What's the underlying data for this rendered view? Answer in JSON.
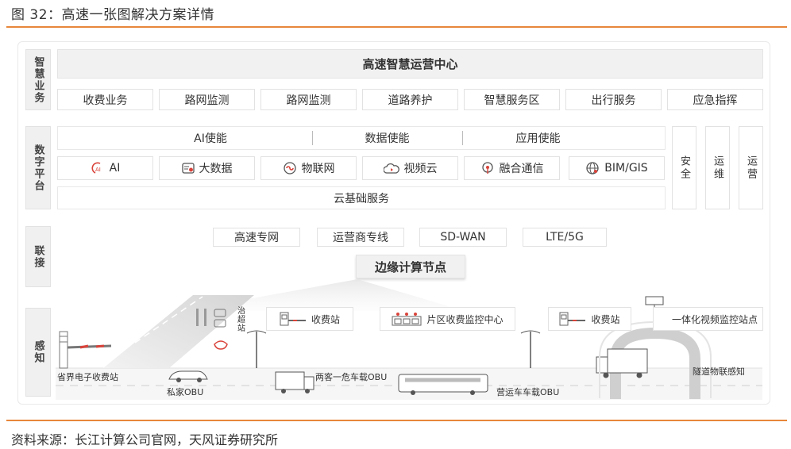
{
  "header": {
    "title": "图 32：高速一张图解决方案详情"
  },
  "footer": {
    "source": "资料来源：长江计算公司官网，天风证券研究所"
  },
  "sections": {
    "business": "智慧业务",
    "digital": "数字平台",
    "connect": "联接",
    "perception": "感知"
  },
  "business": {
    "center": "高速智慧运营中心",
    "items": [
      "收费业务",
      "路网监测",
      "路网监测",
      "道路养护",
      "智慧服务区",
      "出行服务",
      "应急指挥"
    ]
  },
  "digital": {
    "enablers": [
      "AI使能",
      "数据使能",
      "应用使能"
    ],
    "modules": [
      "AI",
      "大数据",
      "物联网",
      "视频云",
      "融合通信",
      "BIM/GIS"
    ],
    "base": "云基础服务",
    "side": [
      "安全",
      "运维",
      "运营"
    ]
  },
  "connect": {
    "links": [
      "高速专网",
      "运营商专线",
      "SD-WAN",
      "LTE/5G"
    ],
    "edge": "边缘计算节点"
  },
  "perception": {
    "overload": "治超站",
    "toll_station_1": "收费站",
    "region_center": "片区收费监控中心",
    "toll_station_2": "收费站",
    "video_station": "一体化视频监控站点",
    "provincial_toll": "省界电子收费站",
    "private_obu": "私家OBU",
    "hazmat_obu": "两客一危车载OBU",
    "bus_obu": "营运车车载OBU",
    "tunnel": "隧道物联感知",
    "ai_icon_text": "AI"
  },
  "colors": {
    "accent": "#e8873a",
    "icon_red": "#d9433a"
  }
}
